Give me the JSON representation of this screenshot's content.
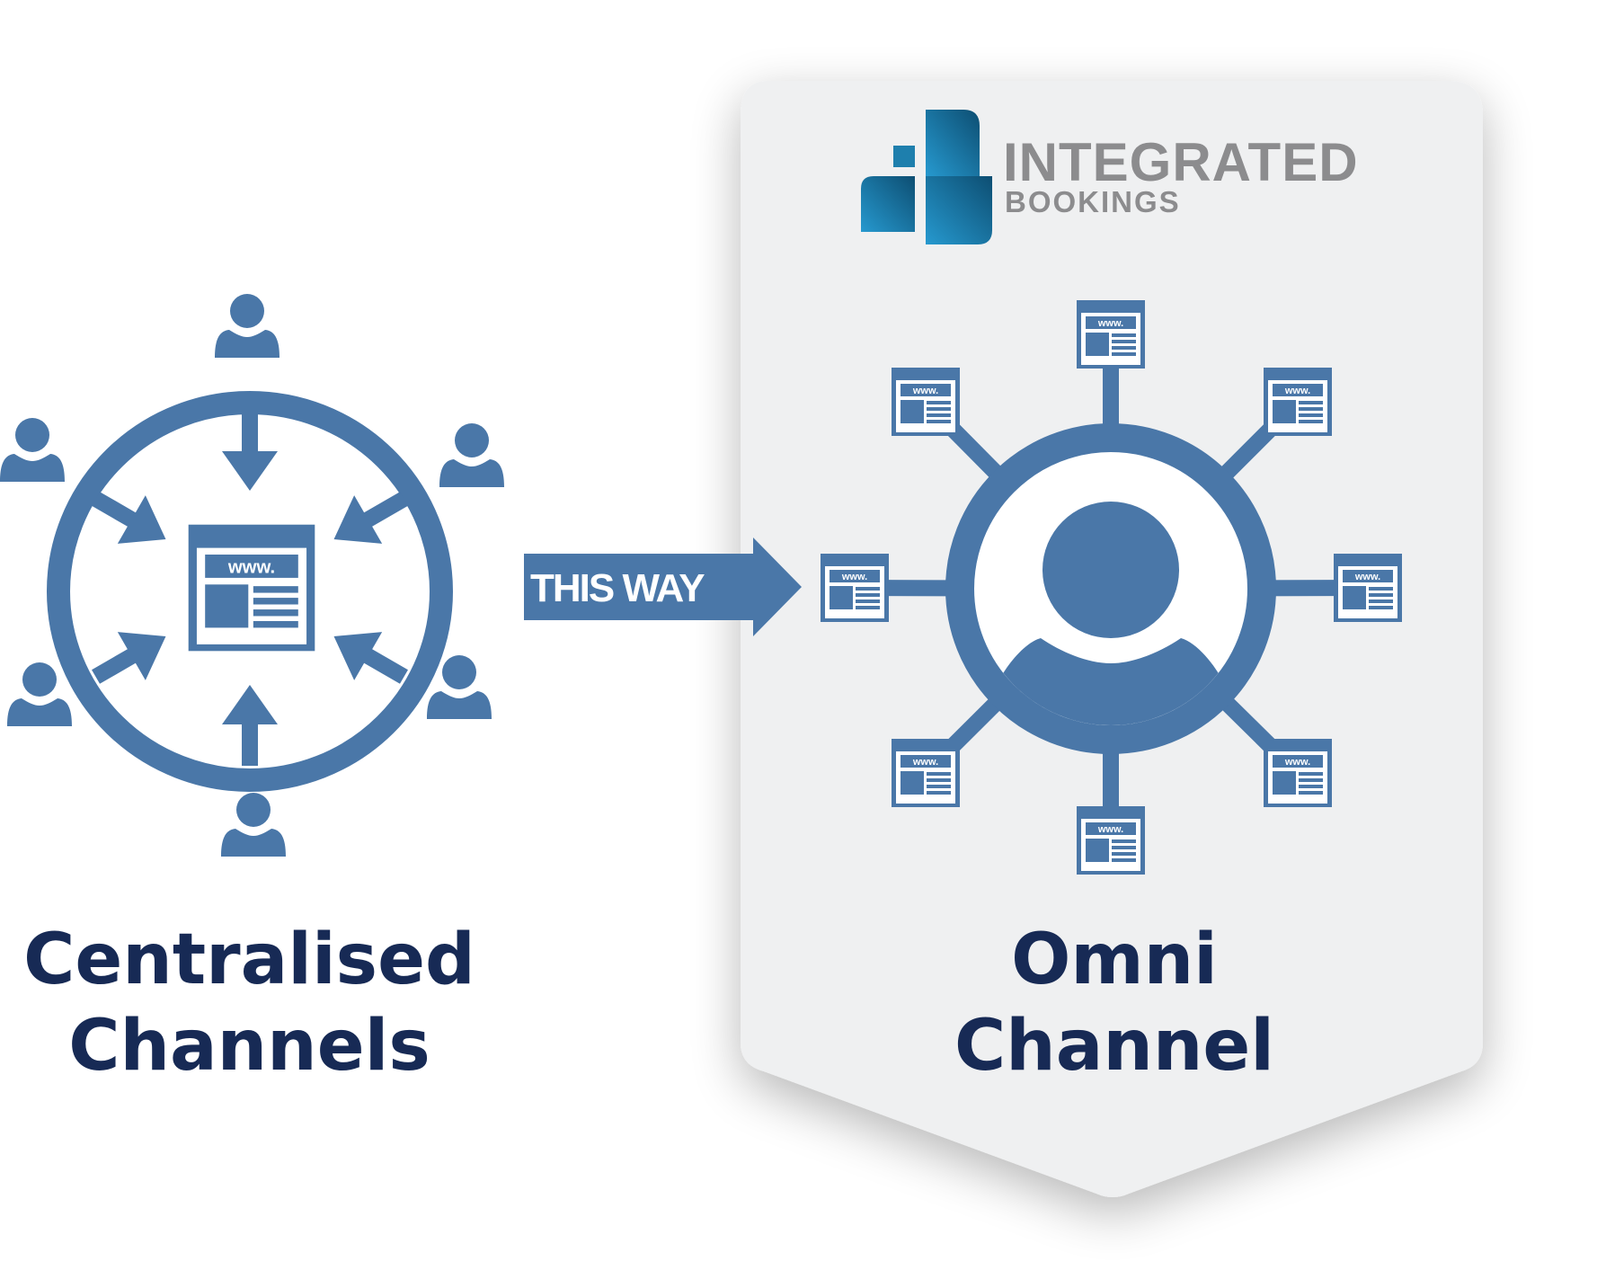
{
  "arrow": {
    "label": "THIS WAY"
  },
  "logo": {
    "line1": "INTEGRATED",
    "line2": "BOOKINGS"
  },
  "browser_icon_text": "www.",
  "captions": {
    "left": [
      "Centralised",
      "Channels"
    ],
    "right": [
      "Omni",
      "Channel"
    ]
  },
  "colors": {
    "icon_blue": "#4a77a8",
    "caption_navy": "#172a55",
    "panel_bg": "#eff0f1",
    "logo_gray": "#8c8c8e",
    "logo_blue_light": "#2699cf",
    "logo_blue_dark": "#0d4e72"
  }
}
